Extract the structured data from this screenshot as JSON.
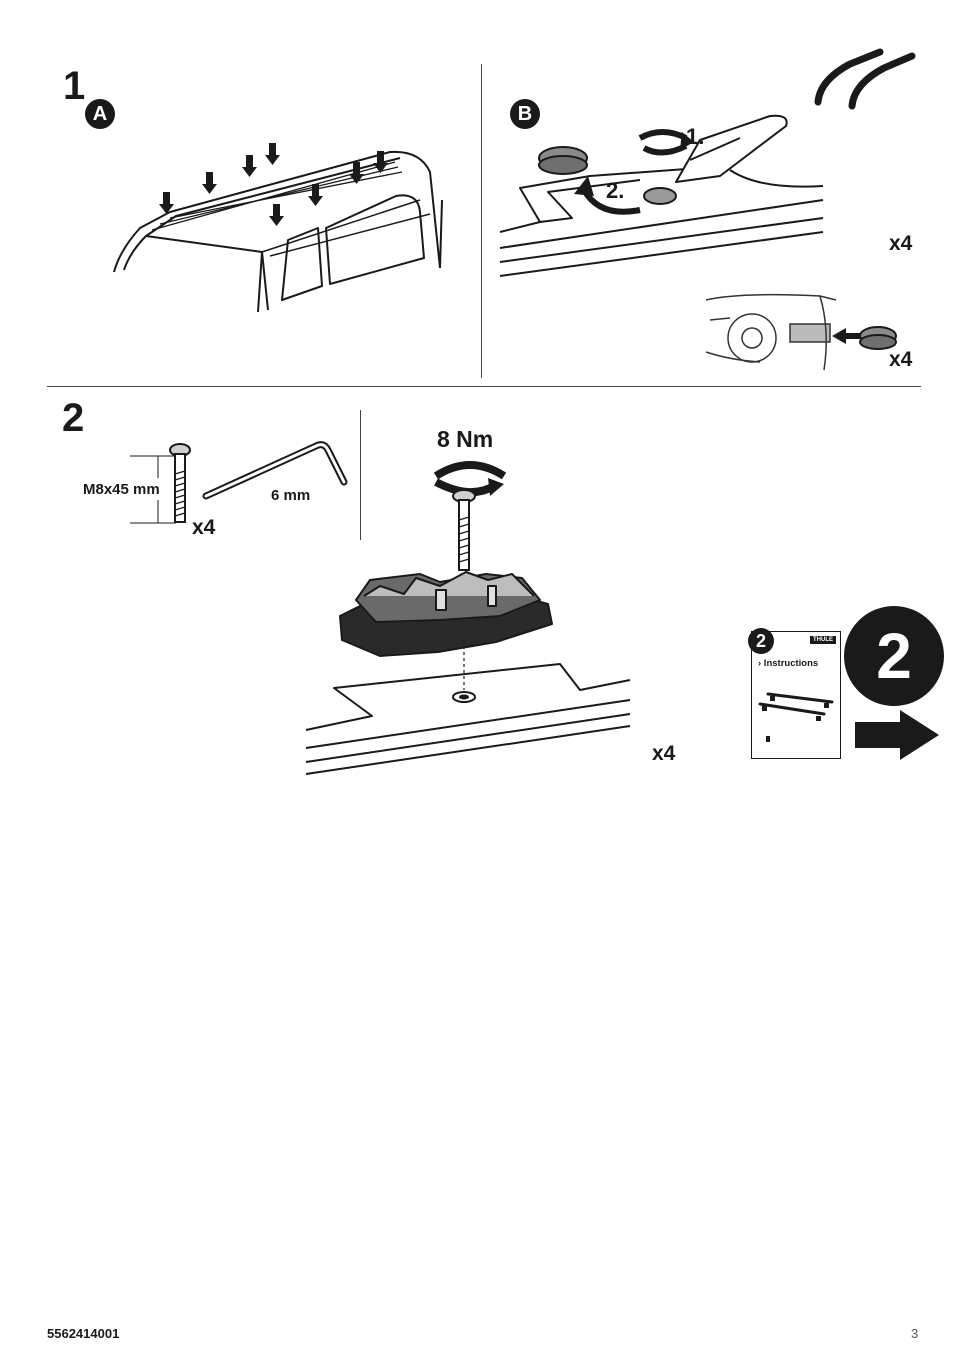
{
  "step1": {
    "number": "1",
    "panel_a": {
      "badge": "A"
    },
    "panel_b": {
      "badge": "B",
      "sub_steps": [
        "1.",
        "2."
      ],
      "qty_top": "x4",
      "qty_bottom": "x4"
    }
  },
  "step2": {
    "number": "2",
    "bolt_size": "M8x45 mm",
    "bolt_qty": "x4",
    "hex_key_size": "6 mm",
    "torque": "8 Nm",
    "foot_qty": "x4",
    "next_booklet": {
      "badge": "2",
      "brand": "THULE",
      "title": "› Instructions"
    },
    "next_step_number": "2"
  },
  "footer": {
    "part_number": "5562414001",
    "page_number": "3"
  }
}
